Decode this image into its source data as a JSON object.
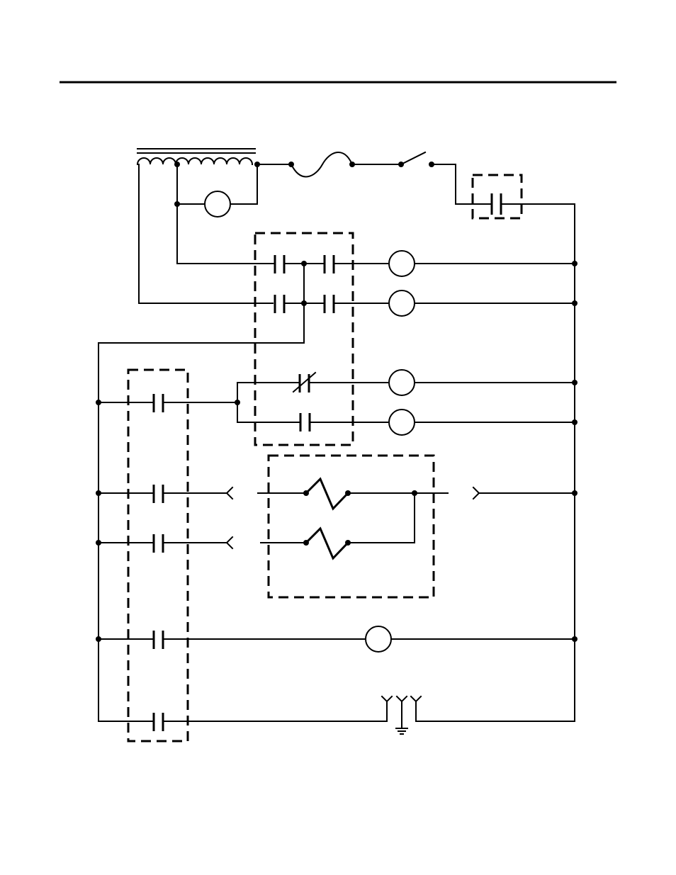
{
  "colors": {
    "ink": "#000000",
    "paper": "#ffffff"
  },
  "diagram": {
    "components": [
      "transformer-winding",
      "fuse",
      "toggle-switch",
      "contact-normally-open",
      "contact-normally-closed",
      "indicator-lamp",
      "heater-element",
      "plug-connector",
      "ground-terminal"
    ]
  }
}
